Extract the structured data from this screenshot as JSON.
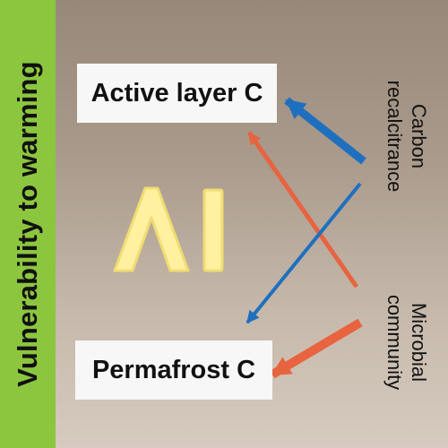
{
  "sidebar": {
    "label": "Vulnerability to warming",
    "color": "#8cc63e"
  },
  "nodes": {
    "active_layer": "Active layer C",
    "permafrost": "Permafrost C"
  },
  "drivers": {
    "carbon_lines": [
      "Carbon",
      "recalcitrance"
    ],
    "microbial_lines": [
      "Microbial",
      "community"
    ]
  },
  "logo": {
    "text": "AI",
    "color": "#fff1a0"
  },
  "colors": {
    "blue_arrow": "#1f6fbf",
    "red_arrow": "#e8633f",
    "box_bg": "#f7f7f7"
  }
}
